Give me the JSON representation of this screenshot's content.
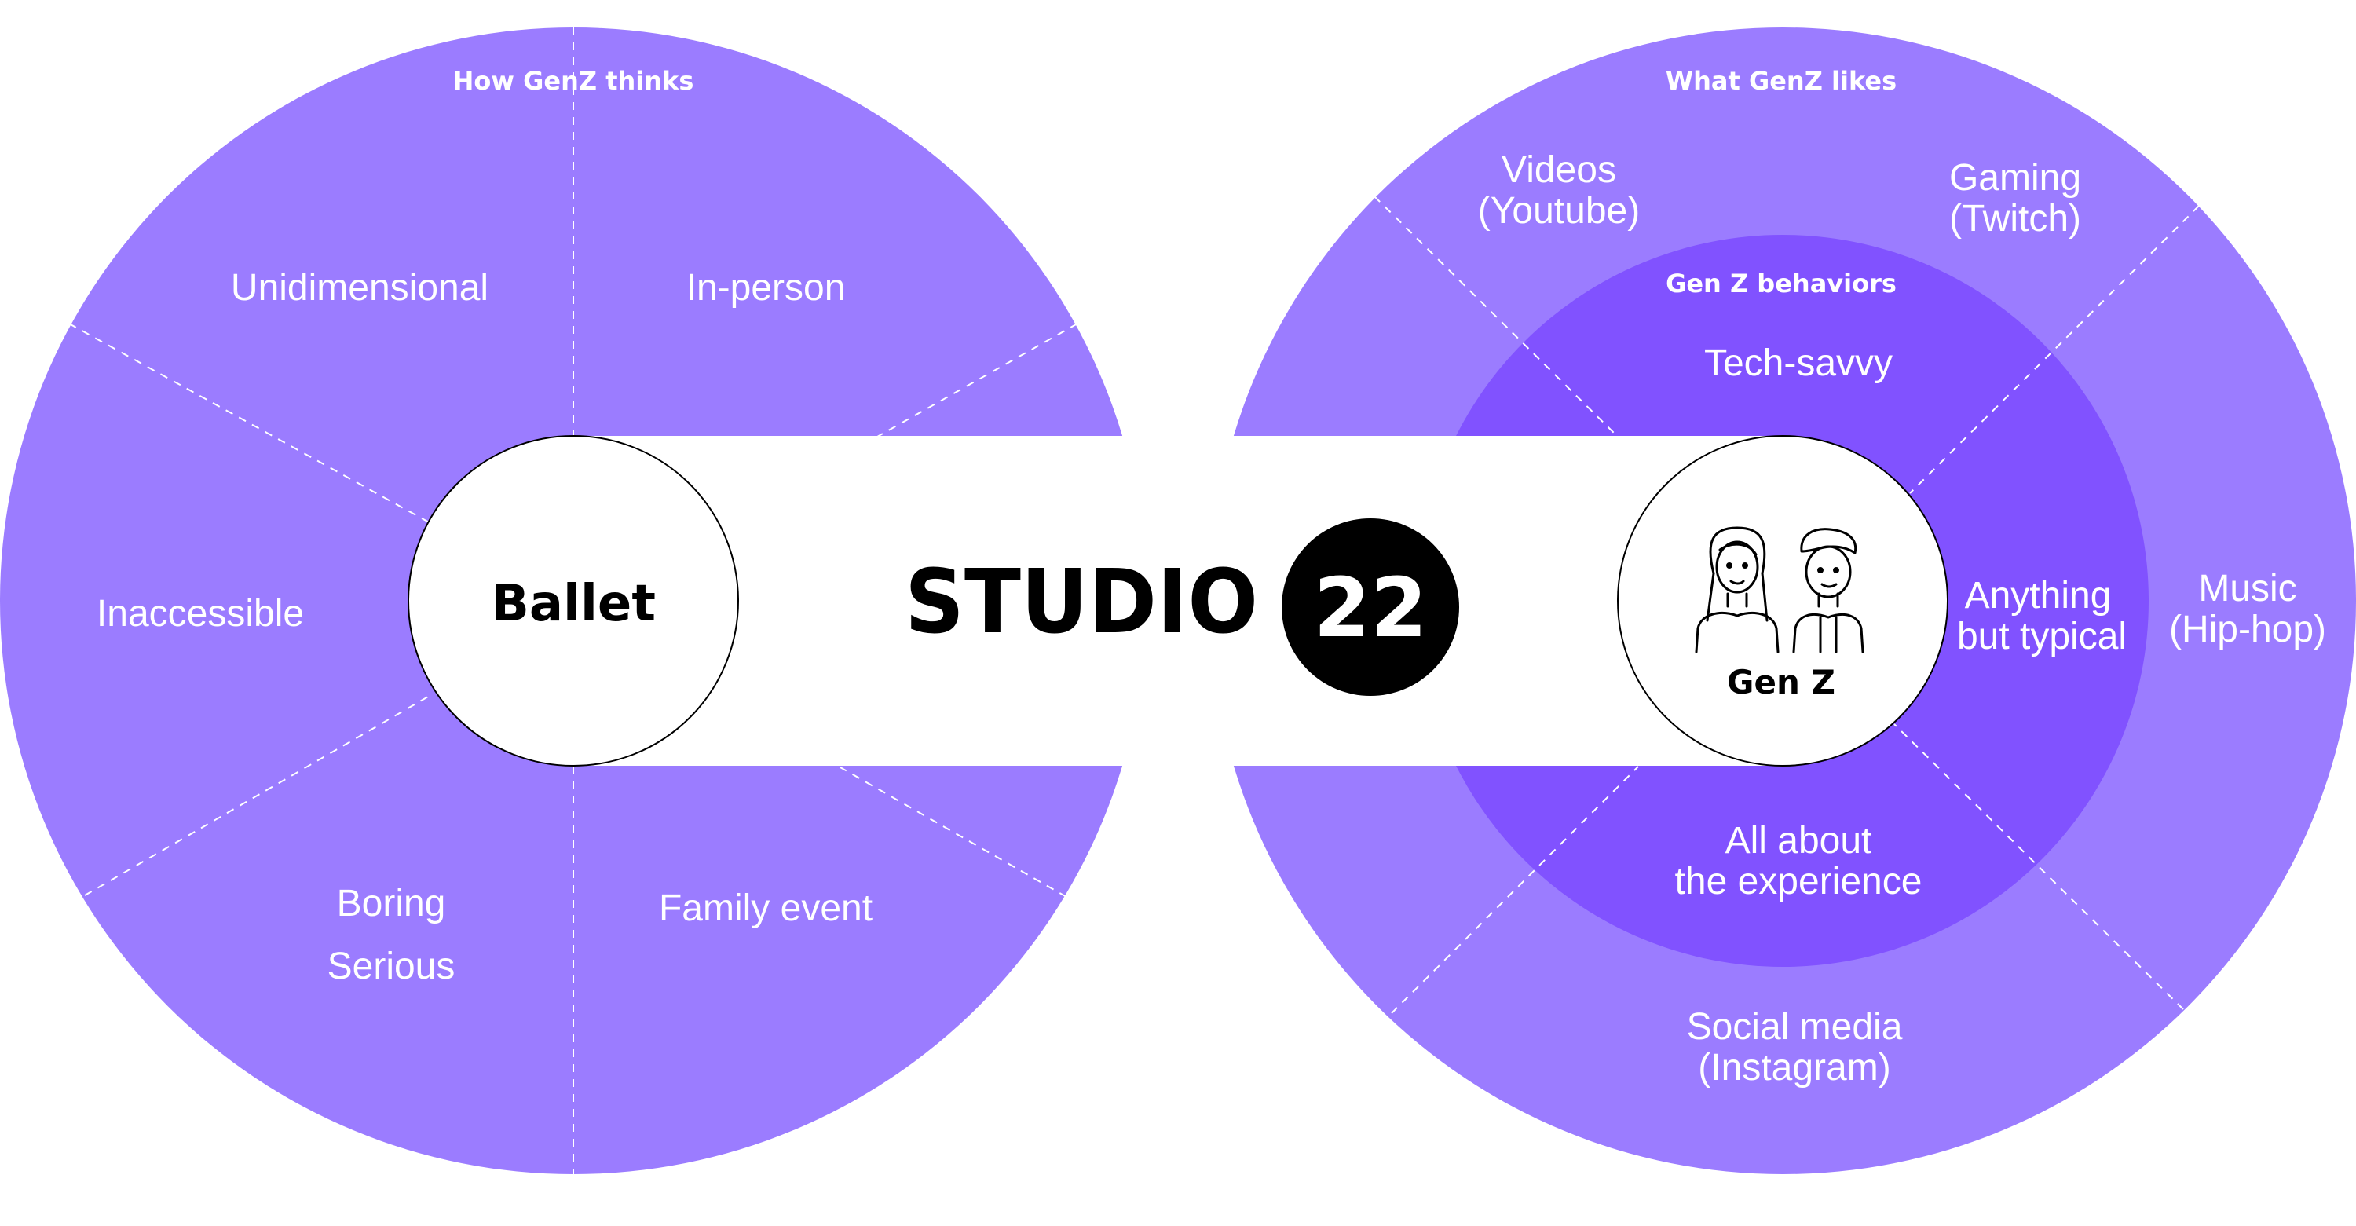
{
  "colors": {
    "outer_purple": "#9b7cff",
    "inner_purple": "#8152ff",
    "band": "#ffffff",
    "logo_black": "#000000"
  },
  "left_wheel": {
    "heading": "How GenZ thinks",
    "center_label": "Ballet",
    "segments": {
      "top_left": "Unidimensional",
      "top_right": "In-person",
      "left": "Inaccessible",
      "bottom_left_line1": "Boring",
      "bottom_left_line2": "Serious",
      "bottom_right": "Family event"
    }
  },
  "right_wheel": {
    "outer_heading": "What GenZ likes",
    "inner_heading": "Gen Z behaviors",
    "center_label": "Gen Z",
    "center_icon": "gen-z-people-icon",
    "outer_segments": {
      "videos_line1": "Videos",
      "videos_line2": "(Youtube)",
      "gaming_line1": "Gaming",
      "gaming_line2": "(Twitch)",
      "music_line1": "Music",
      "music_line2": "(Hip-hop)",
      "social_line1": "Social media",
      "social_line2": "(Instagram)"
    },
    "inner_segments": {
      "tech": "Tech-savvy",
      "anything_line1": "Anything",
      "anything_line2": "but typical",
      "experience_line1": "All about",
      "experience_line2": "the experience"
    }
  },
  "logo": {
    "word": "STUDIO",
    "number": "22"
  }
}
